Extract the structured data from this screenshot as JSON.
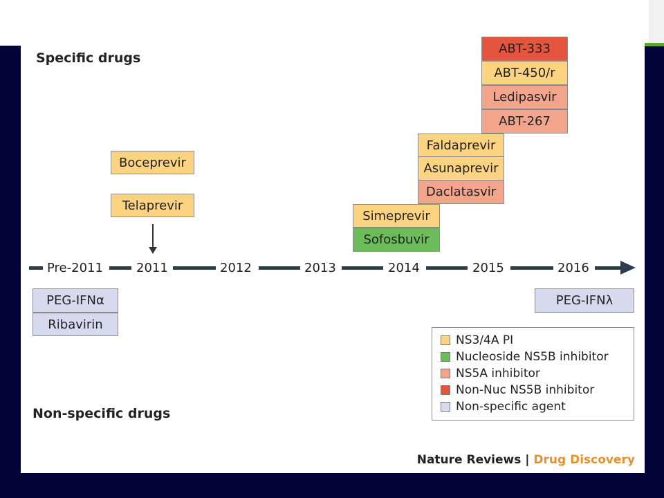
{
  "labels": {
    "specific": "Specific drugs",
    "non_specific": "Non-specific drugs"
  },
  "timeline": {
    "years": [
      "Pre-2011",
      "2011",
      "2012",
      "2013",
      "2014",
      "2015",
      "2016"
    ]
  },
  "drugs": {
    "abt333": "ABT-333",
    "abt450r": "ABT-450/r",
    "ledipasvir": "Ledipasvir",
    "abt267": "ABT-267",
    "faldaprevir": "Faldaprevir",
    "asunaprevir": "Asunaprevir",
    "daclatasvir": "Daclatasvir",
    "simeprevir": "Simeprevir",
    "sofosbuvir": "Sofosbuvir",
    "boceprevir": "Boceprevir",
    "telaprevir": "Telaprevir",
    "peg_ifn_alpha": "PEG-IFNα",
    "ribavirin": "Ribavirin",
    "peg_ifn_lambda": "PEG-IFNλ"
  },
  "legend": [
    {
      "label": "NS3/4A PI",
      "color": "#fcd481"
    },
    {
      "label": "Nucleoside NS5B inhibitor",
      "color": "#6cbc5c"
    },
    {
      "label": "NS5A inhibitor",
      "color": "#f3a58c"
    },
    {
      "label": "Non-Nuc NS5B inhibitor",
      "color": "#e4553d"
    },
    {
      "label": "Non-specific agent",
      "color": "#d7d9ef"
    }
  ],
  "credit": {
    "journal": "Nature Reviews",
    "separator": " | ",
    "brand": "Drug Discovery"
  },
  "colors": {
    "background_dark": "#030339",
    "accent_green": "#5aa836",
    "axis": "#2e3d4b",
    "credit_brand": "#e8912f"
  }
}
